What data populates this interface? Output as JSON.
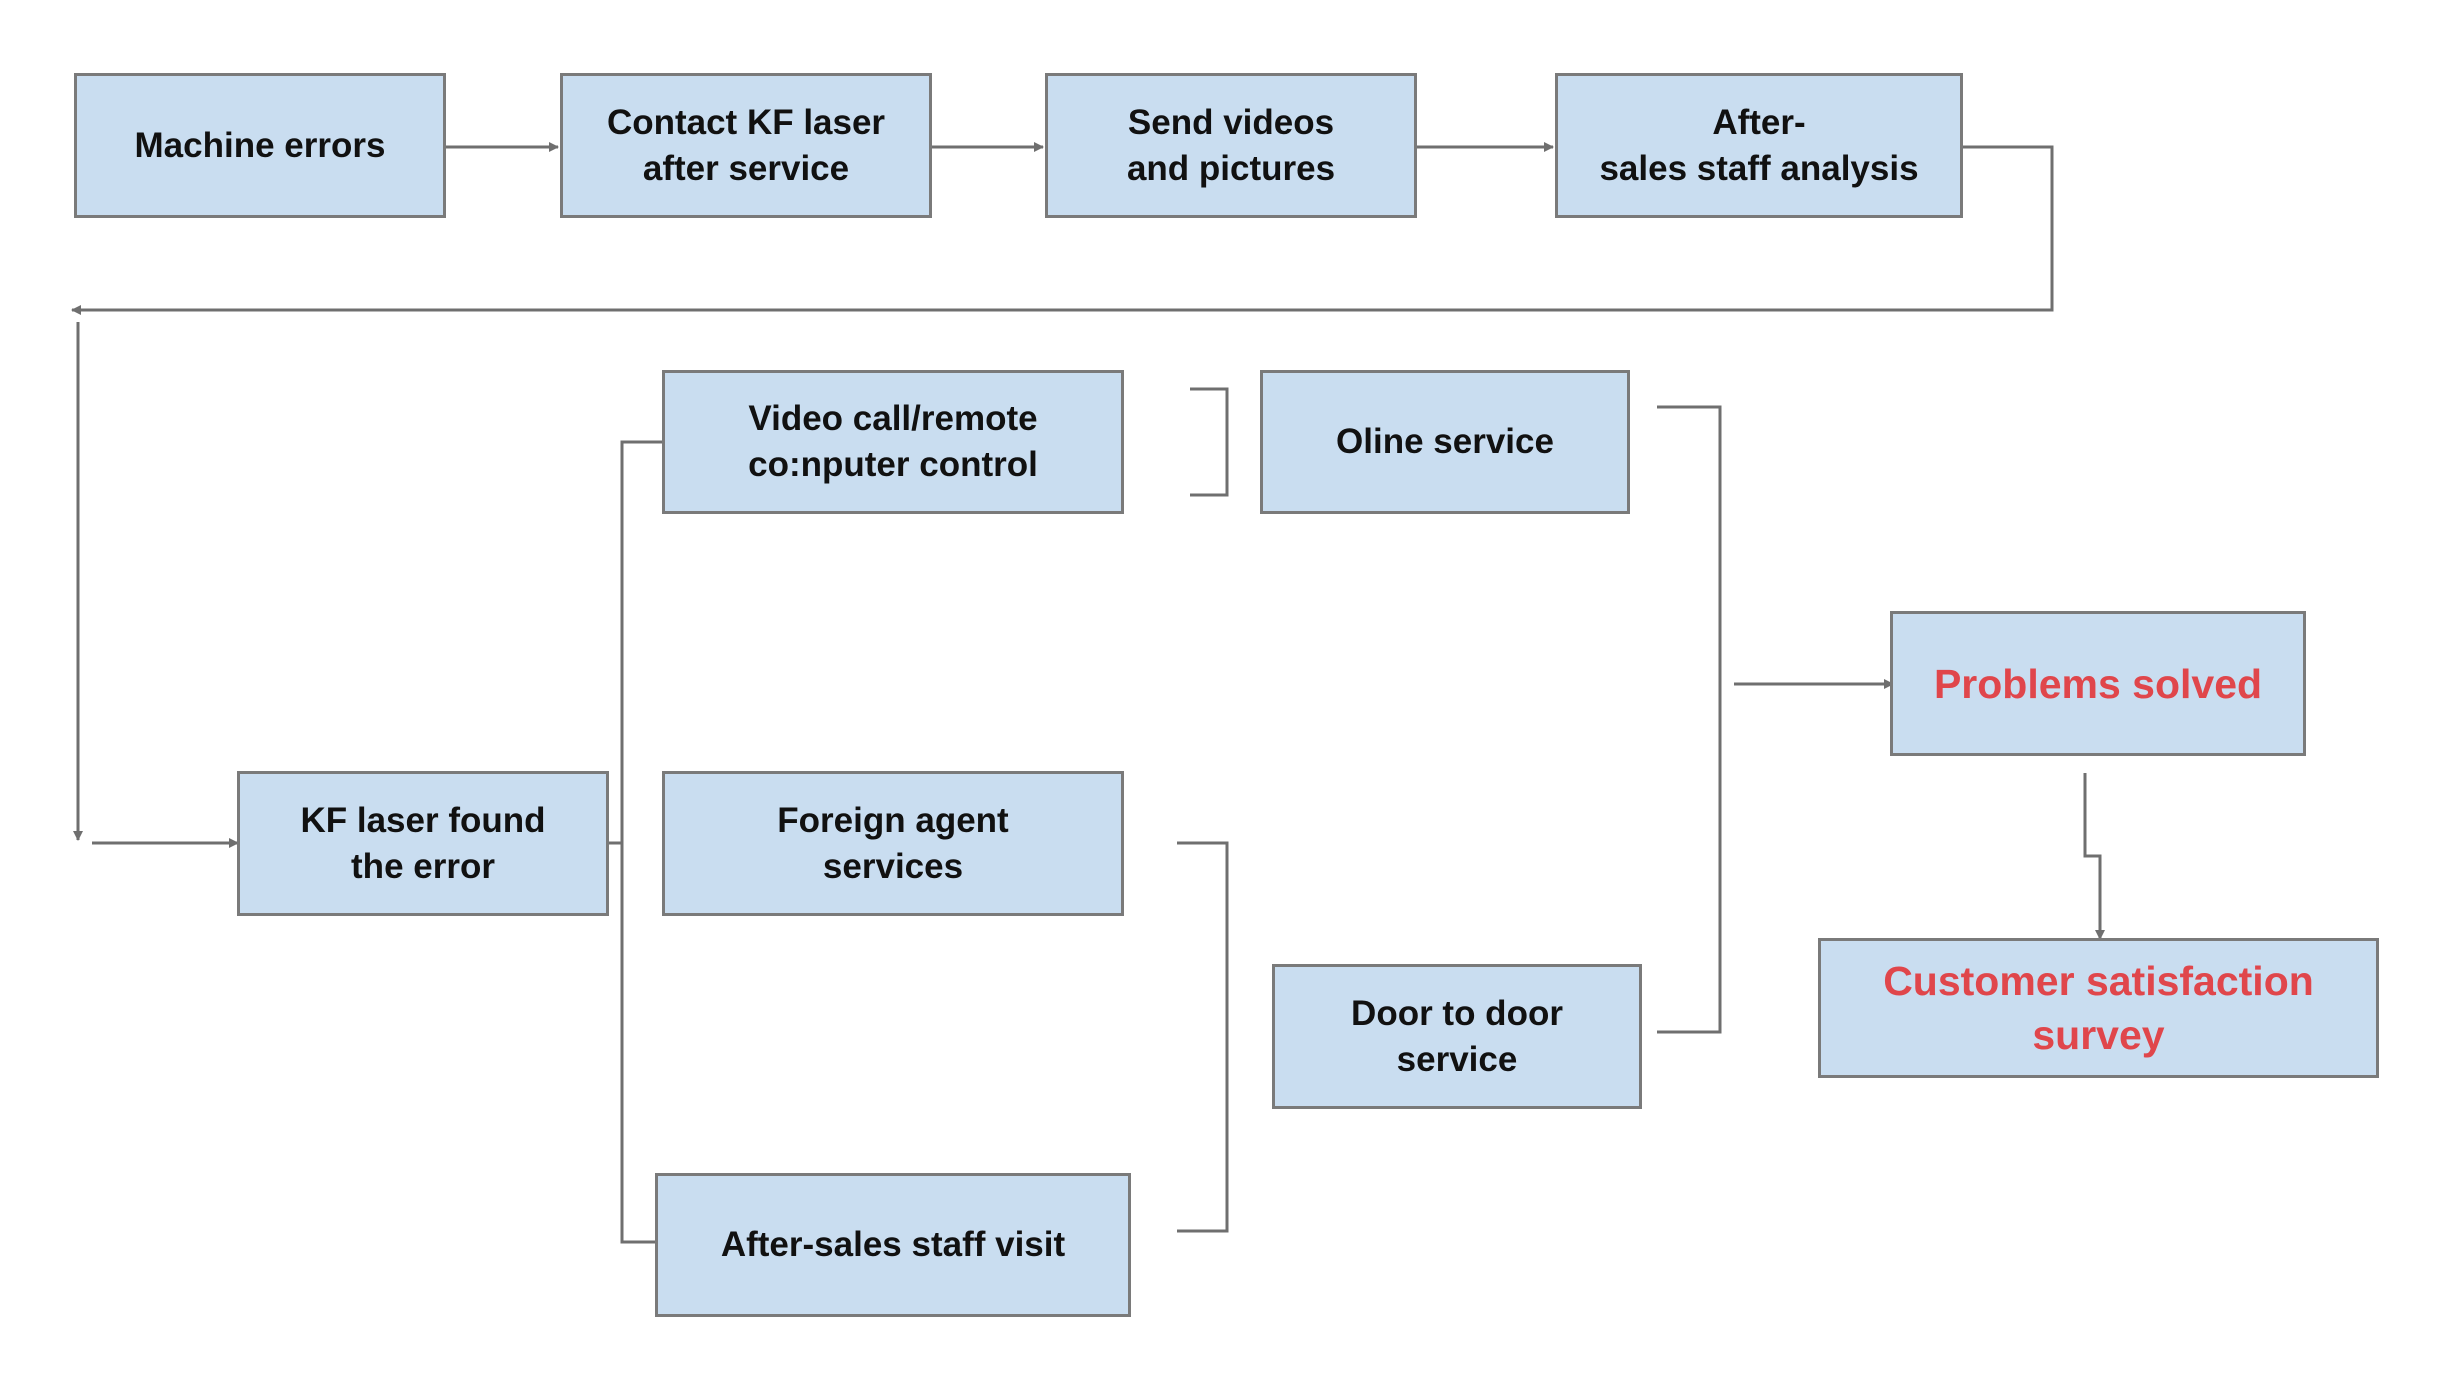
{
  "diagram": {
    "colors": {
      "node_fill": "#c9ddf0",
      "node_border": "#7a7a7a",
      "connector": "#6f6f6f",
      "text": "#111111",
      "highlight_text": "#e0464b"
    },
    "nodes": {
      "machine_errors": "Machine errors",
      "contact_kf_laser": "Contact KF laser\nafter service",
      "send_videos": "Send videos\nand pictures",
      "after_sales_analysis": "After-\nsales staff analysis",
      "kf_laser_found": "KF laser found\nthe error",
      "video_call": "Video call/remote\nco:nputer control",
      "foreign_agent": "Foreign agent\nservices",
      "after_sales_visit": "After-sales staff visit",
      "oline_service": "Oline service",
      "door_to_door": "Door to door\nservice",
      "problems_solved": "Problems solved",
      "customer_survey": "Customer satisfaction\nsurvey"
    }
  }
}
